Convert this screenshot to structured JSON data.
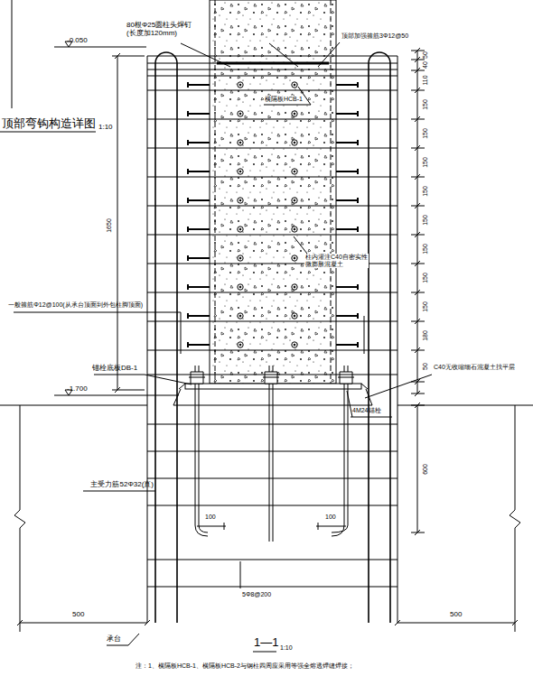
{
  "diagram": {
    "title": "1—1",
    "labels": [
      "顶部弯钩构造详图",
      "1:10",
      "-0.050",
      "80根Φ25圆柱头焊钉 (长度加120mm)",
      "顶部加强箍筋3Φ12@50",
      "横隔板HCB-1",
      "50",
      "40",
      "110",
      "150",
      "150",
      "150",
      "150",
      "150",
      "150",
      "150",
      "150",
      "180",
      "50",
      "1650",
      "柱内灌注C40自密实性 微膨胀混凝土",
      "一般箍筋Φ12@100(从承台顶面到外包柱脚顶面)",
      "锚栓底板DB-1",
      "C40无收缩细石混凝土找平层",
      "-1.700",
      "4M24锚栓",
      "600",
      "主受力筋52Φ32(直)",
      "100",
      "100",
      "5Φ8@200",
      "500",
      "500",
      "承台",
      "1:10",
      "注：1、横隔板HCB-1、横隔板HCB-2与钢柱四周应采用等强全熔透焊缝焊接；"
    ]
  }
}
